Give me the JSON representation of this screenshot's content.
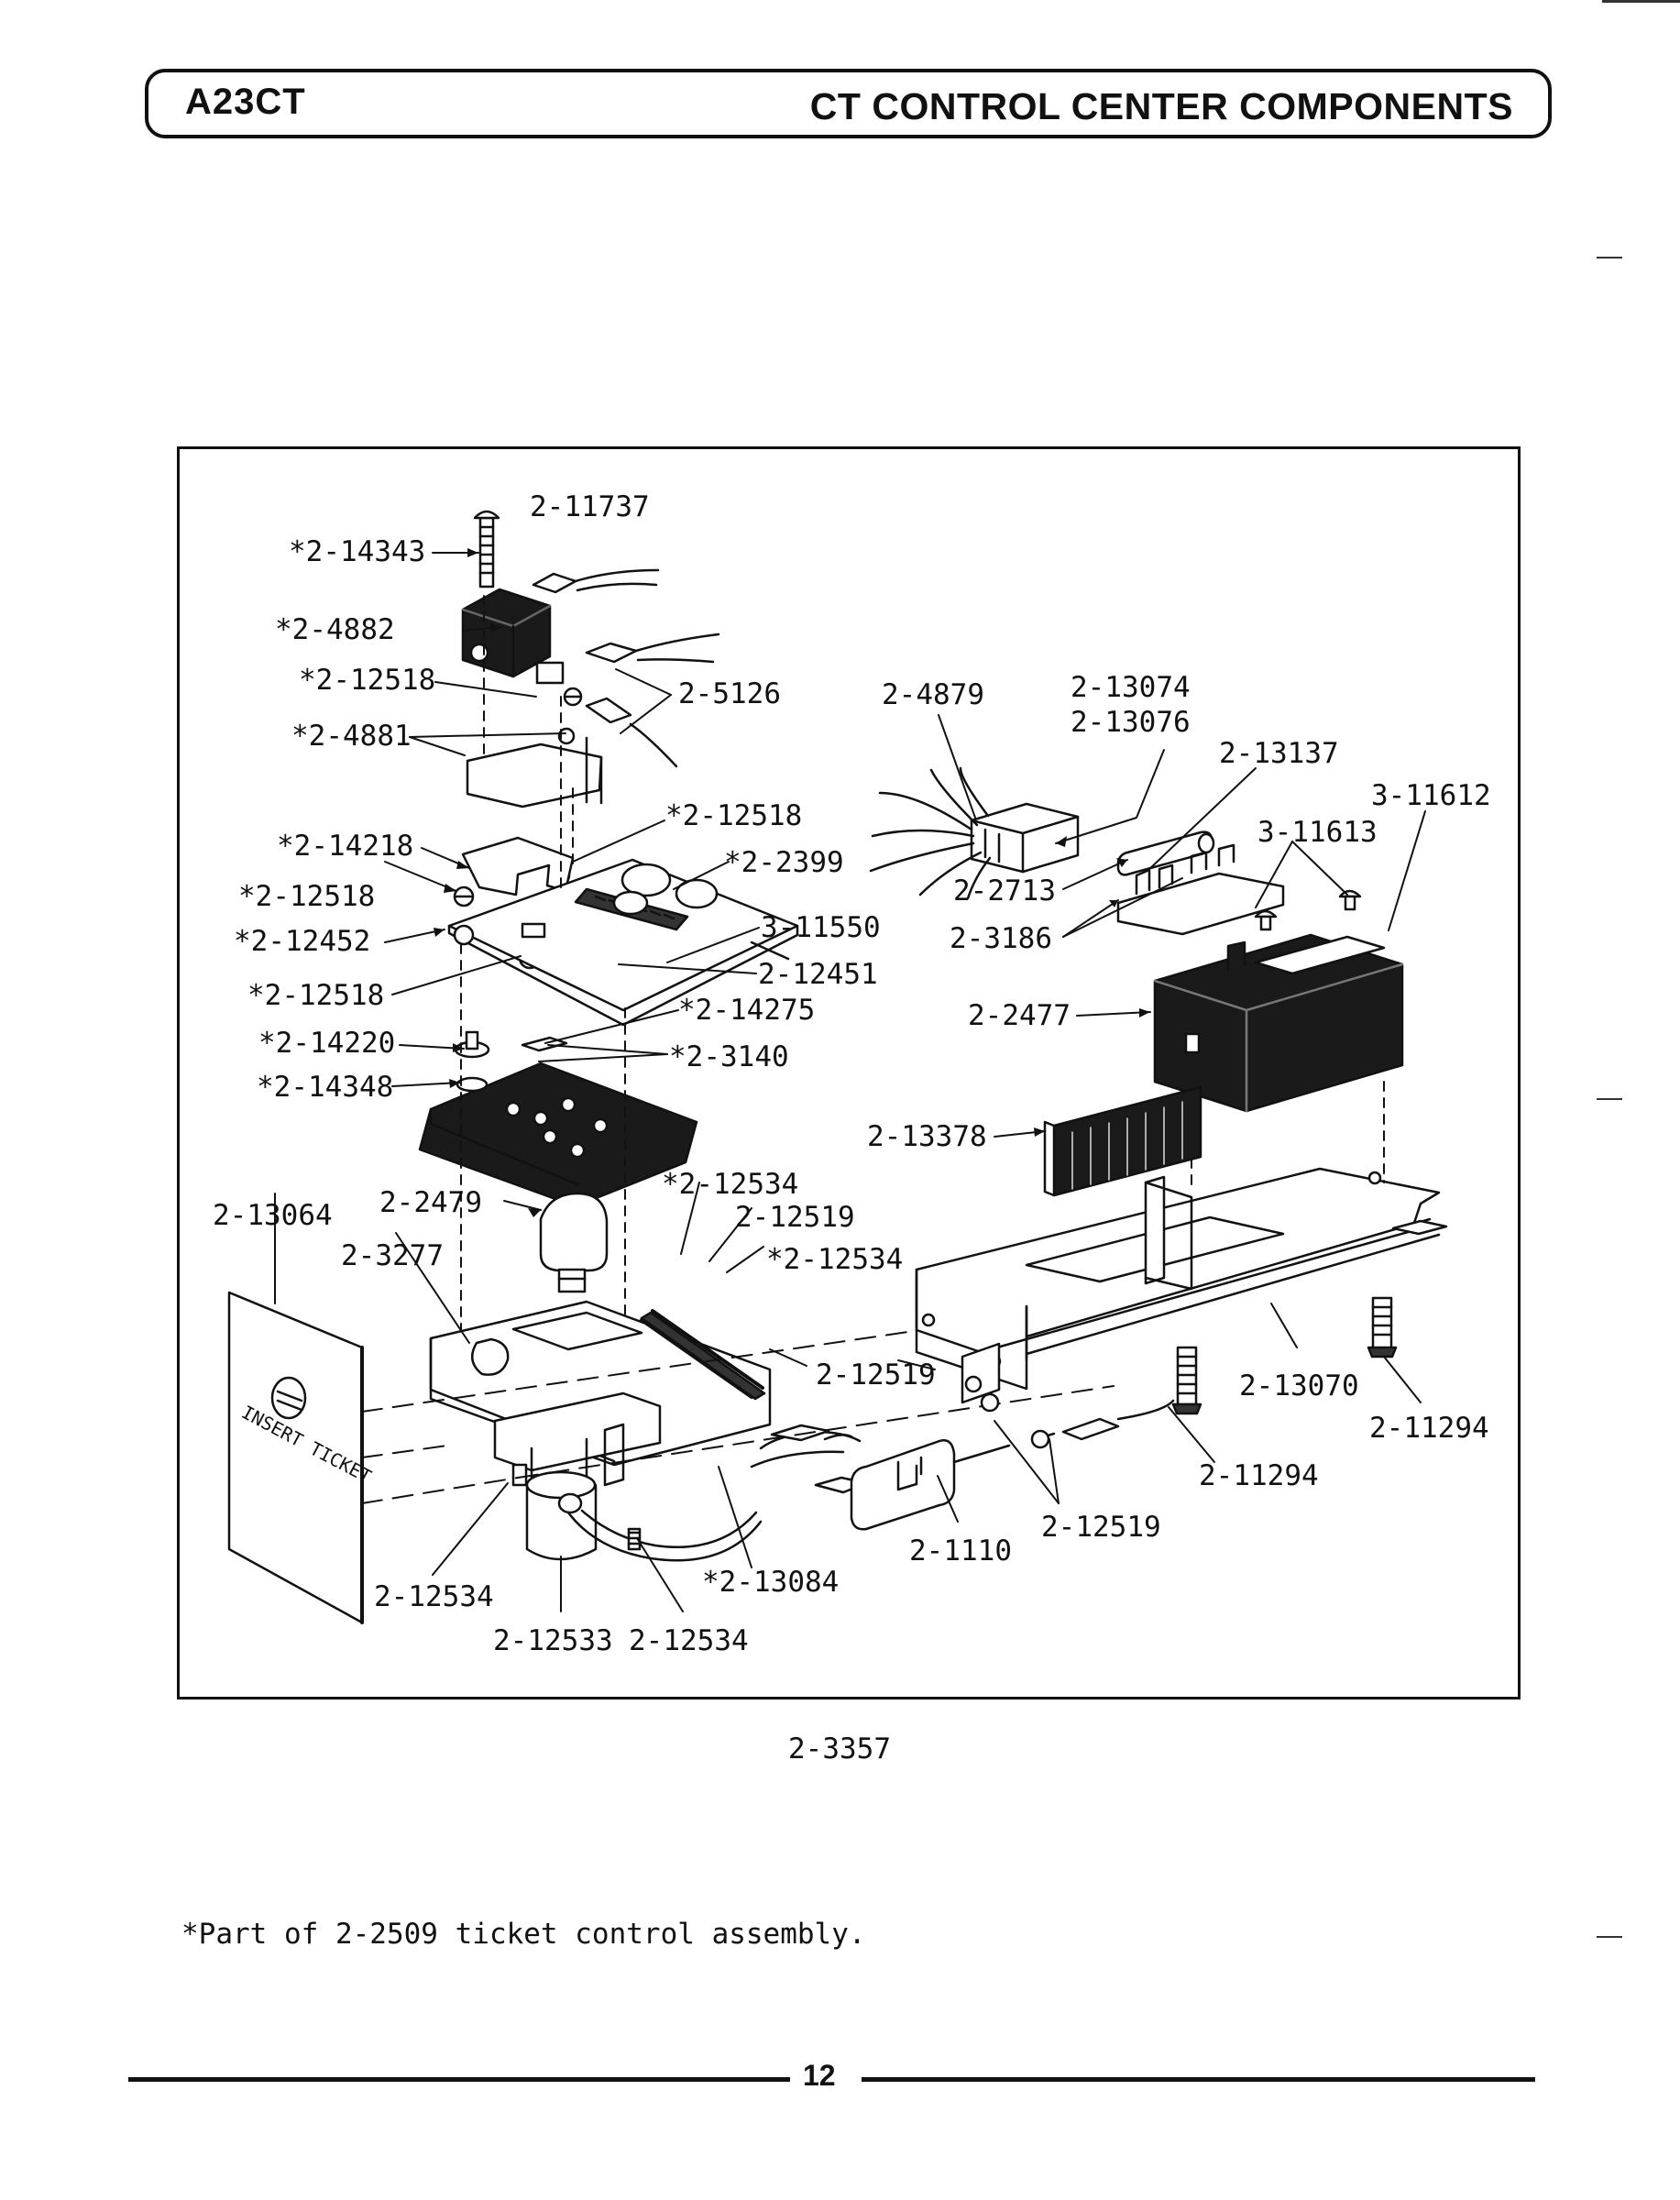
{
  "header": {
    "model": "A23CT",
    "section_title": "CT CONTROL CENTER COMPONENTS"
  },
  "diagram": {
    "assembly_number": "2-3357",
    "panel_text": "INSERT TICKET",
    "callouts": [
      "2-11737",
      "*2-14343",
      "*2-4882",
      "*2-12518",
      "2-5126",
      "*2-4881",
      "*2-12518",
      "*2-14218",
      "*2-2399",
      "*2-12518",
      "*2-12452",
      "3-11550",
      "2-12451",
      "*2-12518",
      "*2-14275",
      "*2-14220",
      "*2-3140",
      "*2-14348",
      "2-4879",
      "2-13074",
      "2-13076",
      "2-13137",
      "3-11612",
      "3-11613",
      "2-2713",
      "2-3186",
      "2-2477",
      "2-13378",
      "*2-12534",
      "2-12519",
      "*2-12534",
      "2-13064",
      "2-2479",
      "2-3277",
      "2-12519",
      "2-13070",
      "2-11294",
      "2-11294",
      "2-12519",
      "2-1110",
      "*2-13084",
      "2-12534",
      "2-12533",
      "2-12534"
    ]
  },
  "footnote": "*Part of 2-2509 ticket control assembly.",
  "footer": {
    "page_number": "12"
  }
}
